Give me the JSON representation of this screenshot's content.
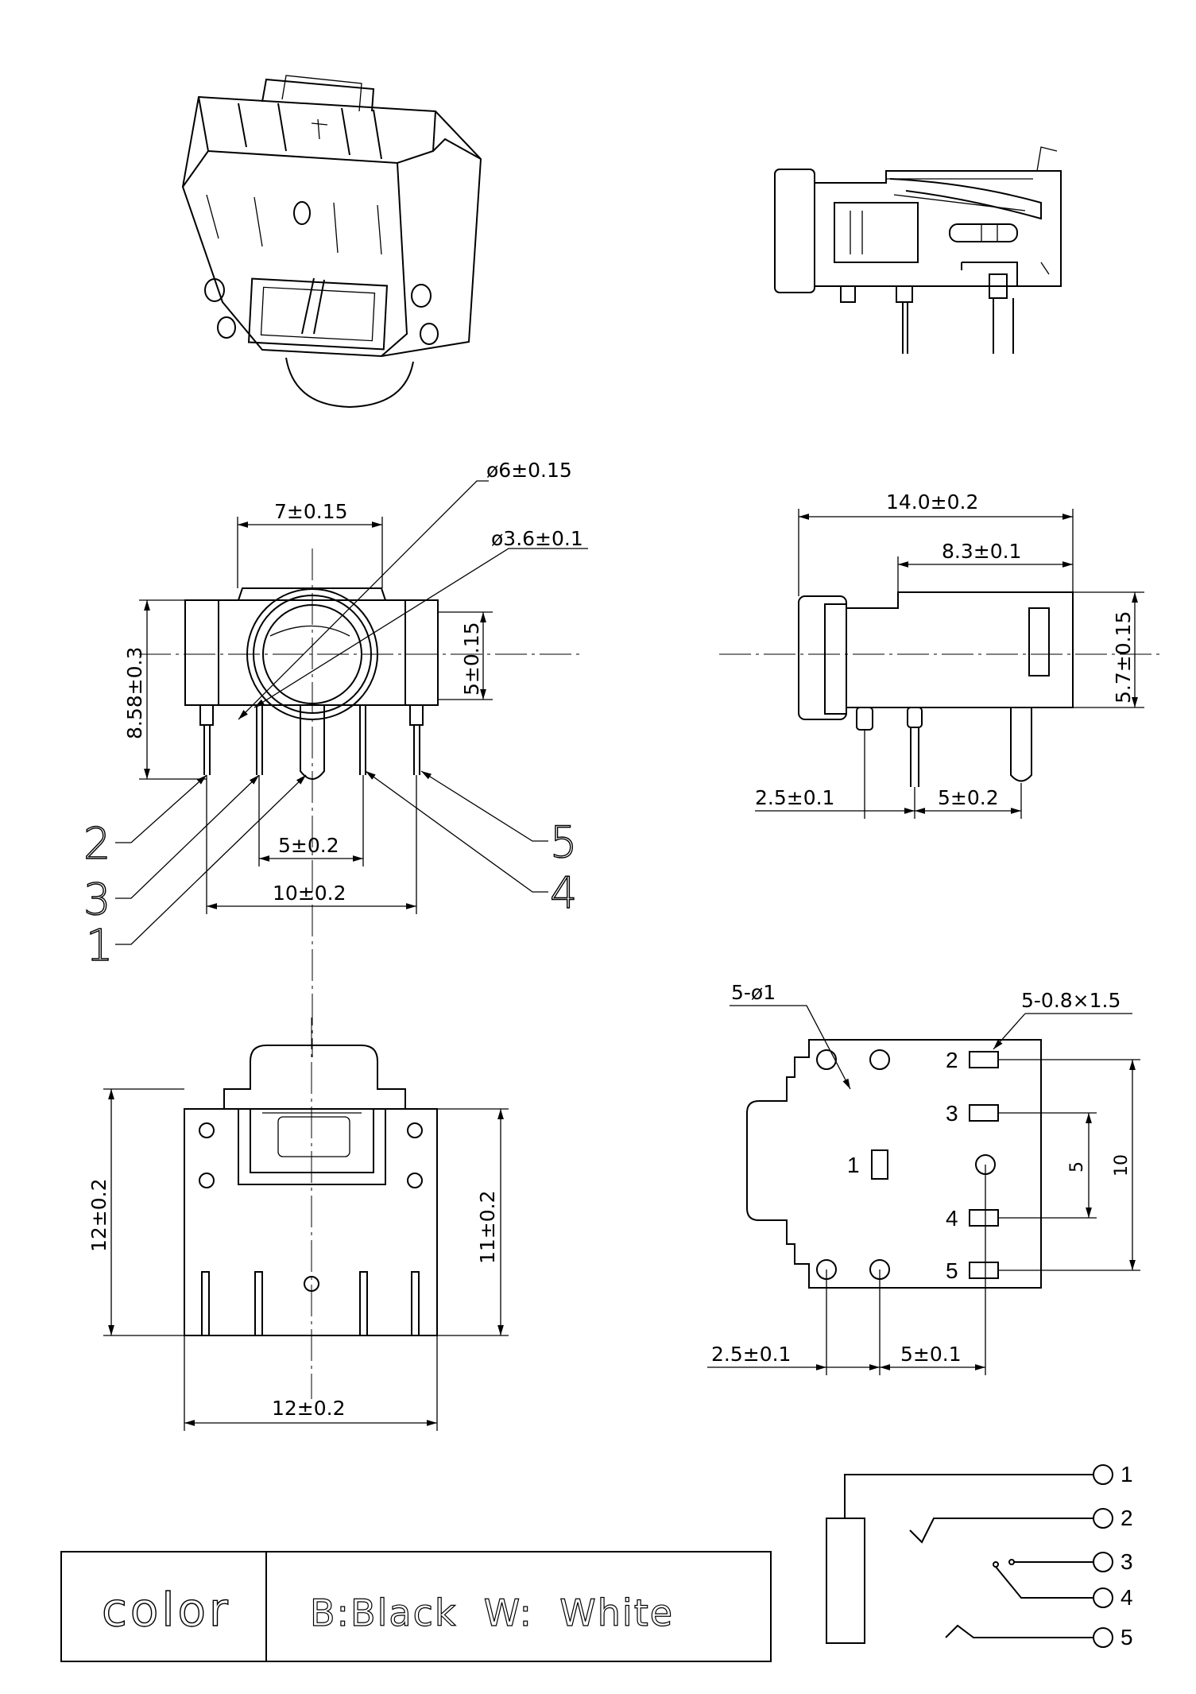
{
  "front_view": {
    "dims": {
      "width_top": "7±0.15",
      "outer_dia": "ø6±0.15",
      "inner_dia": "ø3.6±0.1",
      "height_left": "8.58±0.3",
      "height_right": "5±0.15",
      "pin_spacing_inner": "5±0.2",
      "pin_spacing_outer": "10±0.2"
    },
    "pin_callouts": [
      "2",
      "3",
      "1",
      "5",
      "4"
    ]
  },
  "side_view": {
    "dims": {
      "length": "14.0±0.2",
      "body_length": "8.3±0.1",
      "height": "5.7±0.15",
      "pin_offset": "2.5±0.1",
      "pin_spacing": "5±0.2"
    }
  },
  "bottom_view": {
    "dims": {
      "height_left": "12±0.2",
      "height_right": "11±0.2",
      "width": "12±0.2"
    }
  },
  "pcb_layout": {
    "dims": {
      "holes": "5-ø1",
      "pads": "5-0.8×1.5",
      "v_small": "5",
      "v_large": "10",
      "h_offset": "2.5±0.1",
      "h_spacing": "5±0.1"
    },
    "pin_labels": [
      "2",
      "3",
      "1",
      "4",
      "5"
    ]
  },
  "schematic": {
    "terminals": [
      "1",
      "2",
      "3",
      "4",
      "5"
    ]
  },
  "color_box": {
    "label": "color",
    "value": "B:Black  W:  White"
  }
}
